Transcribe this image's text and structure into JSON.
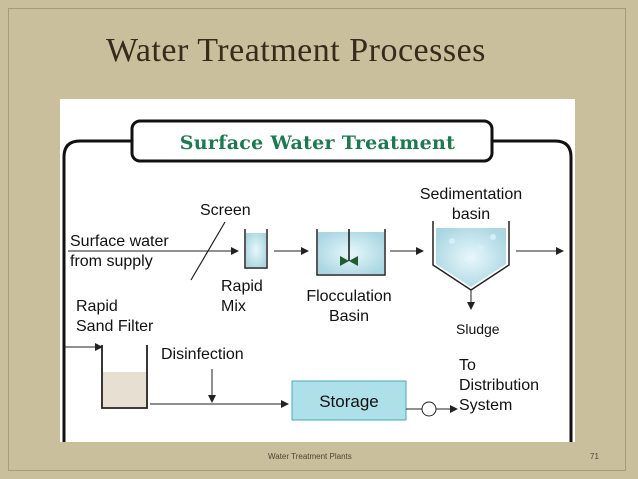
{
  "slide": {
    "title": "Water Treatment Processes",
    "footer": "Water Treatment Plants",
    "page_number": "71"
  },
  "diagram": {
    "heading": "Surface Water Treatment",
    "labels": {
      "surface_water_1": "Surface water",
      "surface_water_2": "from supply",
      "screen": "Screen",
      "rapid_mix_1": "Rapid",
      "rapid_mix_2": "Mix",
      "flocculation_1": "Flocculation",
      "flocculation_2": "Basin",
      "sedimentation_1": "Sedimentation",
      "sedimentation_2": "basin",
      "sludge": "Sludge",
      "rapid_sand_1": "Rapid",
      "rapid_sand_2": "Sand Filter",
      "disinfection": "Disinfection",
      "storage": "Storage",
      "to_1": "To",
      "to_2": "Distribution",
      "to_3": "System"
    }
  },
  "colors": {
    "background": "#c9bf9c",
    "heading": "#1b7a4f",
    "water": "#bfe3ec",
    "storage_fill": "#aee0ea",
    "sand": "#e7dfd2"
  }
}
